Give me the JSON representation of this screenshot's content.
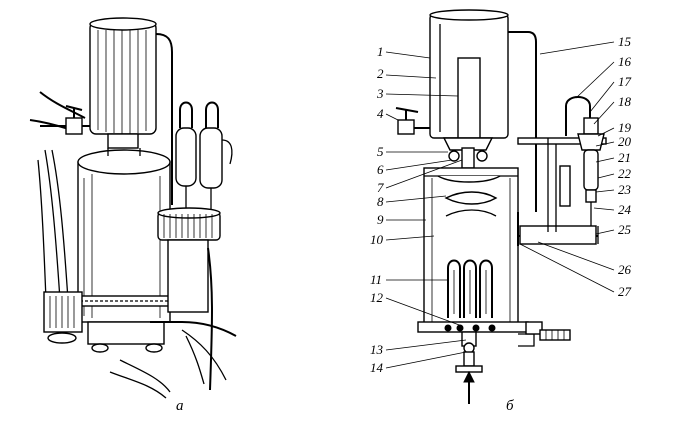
{
  "captions": {
    "left": "а",
    "right": "б"
  },
  "labels": [
    "1",
    "2",
    "3",
    "4",
    "5",
    "6",
    "7",
    "8",
    "9",
    "10",
    "11",
    "12",
    "13",
    "14",
    "15",
    "16",
    "17",
    "18",
    "19",
    "20",
    "21",
    "22",
    "23",
    "24",
    "25",
    "26",
    "27"
  ],
  "colors": {
    "ink": "#000000",
    "paper": "#ffffff"
  }
}
